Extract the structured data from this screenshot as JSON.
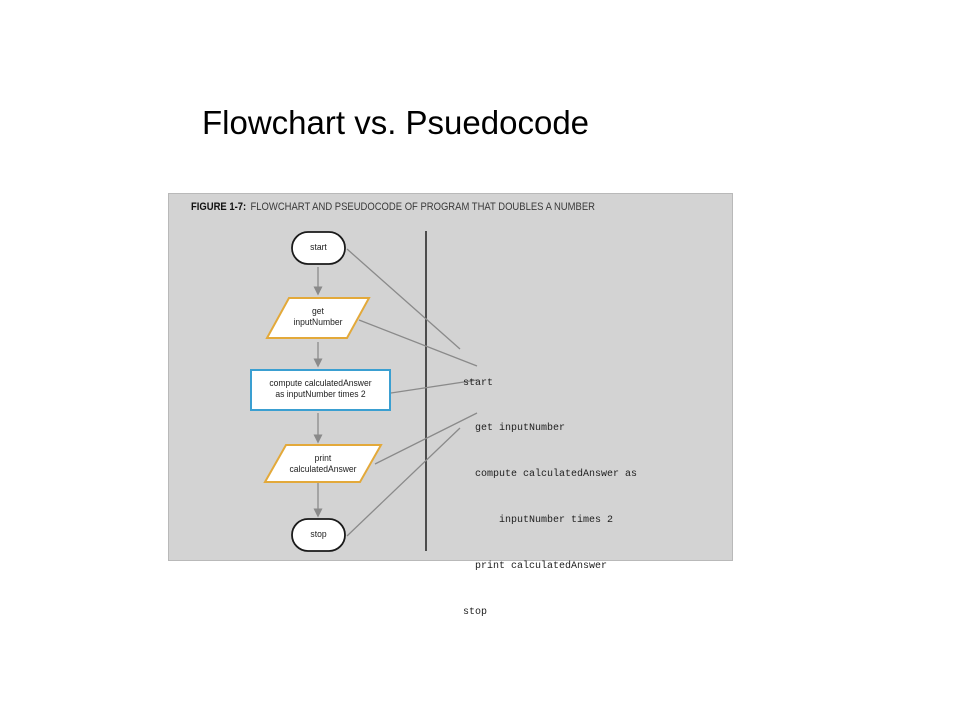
{
  "slide": {
    "title": "Flowchart vs. Psuedocode"
  },
  "figure": {
    "caption_label": "FIGURE 1-7:",
    "caption_text": "FLOWCHART AND PSEUDOCODE OF PROGRAM THAT DOUBLES A NUMBER",
    "flowchart": {
      "start": "start",
      "input_line1": "get",
      "input_line2": "inputNumber",
      "process_line1": "compute calculatedAnswer",
      "process_line2": "as inputNumber times 2",
      "output_line1": "print",
      "output_line2": "calculatedAnswer",
      "stop": "stop"
    },
    "pseudocode": [
      "start",
      "  get inputNumber",
      "  compute calculatedAnswer as",
      "      inputNumber times 2",
      "  print calculatedAnswer",
      "stop"
    ],
    "colors": {
      "panel_background": "#d3d3d3",
      "input_output_border": "#e3a93a",
      "process_border": "#3a9fd1",
      "connector": "#8a8a8a"
    }
  }
}
